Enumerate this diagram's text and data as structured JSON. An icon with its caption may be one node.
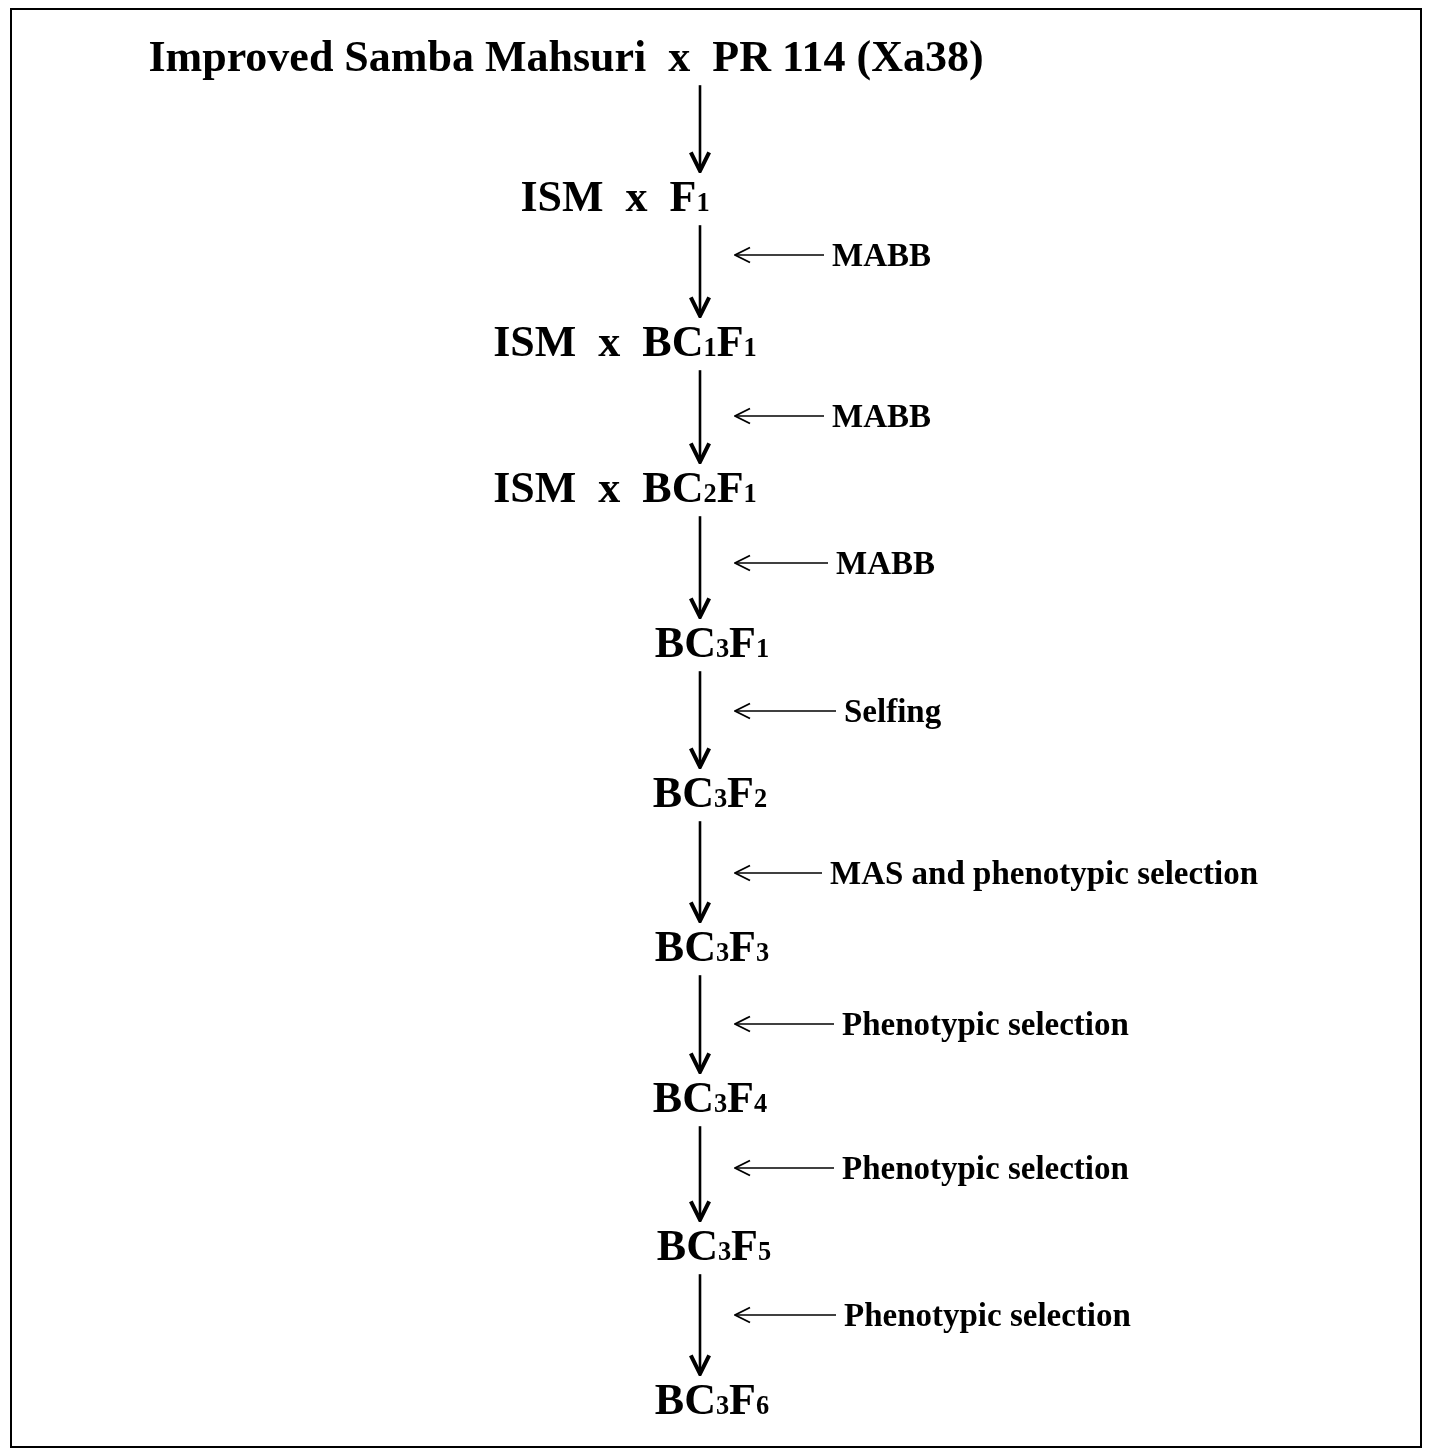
{
  "diagram": {
    "nodes": [
      {
        "text": [
          "Improved Samba Mahsuri  x  PR 114 (Xa38)"
        ]
      },
      {
        "text": [
          "ISM  x  F$_{1}$"
        ]
      },
      {
        "text": [
          "ISM  x  BC$_{1}$F$_{1}$"
        ]
      },
      {
        "text": [
          "ISM  x  BC$_{2}$F$_{1}$"
        ]
      },
      {
        "text": [
          "BC$_{3}$F$_{1}$"
        ]
      },
      {
        "text": [
          "BC$_{3}$F$_{2}$"
        ]
      },
      {
        "text": [
          "BC$_{3}$F$_{3}$"
        ]
      },
      {
        "text": [
          "BC$_{3}$F$_{4}$"
        ]
      },
      {
        "text": [
          "BC$_{3}$F$_{5}$"
        ]
      },
      {
        "text": [
          "BC$_{3}$F$_{6}$"
        ]
      },
      {
        "text": [
          "MABB"
        ]
      },
      {
        "text": [
          "MABB"
        ]
      },
      {
        "text": [
          "MABB"
        ]
      },
      {
        "text": [
          "Selfing"
        ]
      },
      {
        "text": [
          "MAS and phenotypic selection"
        ]
      },
      {
        "text": [
          "Phenotypic selection"
        ]
      },
      {
        "text": [
          "Phenotypic selection"
        ]
      },
      {
        "text": [
          "Phenotypic selection"
        ]
      }
    ],
    "edges": [
      {
        "from": 0,
        "to": 1,
        "arrow": "to"
      },
      {
        "from": 1,
        "to": 2,
        "arrow": "to"
      },
      {
        "from": 2,
        "to": 3,
        "arrow": "to"
      },
      {
        "from": 3,
        "to": 4,
        "arrow": "to"
      },
      {
        "from": 4,
        "to": 5,
        "arrow": "to"
      },
      {
        "from": 5,
        "to": 6,
        "arrow": "to"
      },
      {
        "from": 6,
        "to": 7,
        "arrow": "to"
      },
      {
        "from": 7,
        "to": 8,
        "arrow": "to"
      },
      {
        "from": 8,
        "to": 9,
        "arrow": "to"
      },
      {
        "from": 10,
        "to": null,
        "arrow": "to"
      },
      {
        "from": 11,
        "to": null,
        "arrow": "to"
      },
      {
        "from": 12,
        "to": null,
        "arrow": "to"
      },
      {
        "from": 13,
        "to": null,
        "arrow": "to"
      },
      {
        "from": 14,
        "to": null,
        "arrow": "to"
      },
      {
        "from": 15,
        "to": null,
        "arrow": "to"
      },
      {
        "from": 16,
        "to": null,
        "arrow": "to"
      },
      {
        "from": 17,
        "to": null,
        "arrow": "to"
      }
    ]
  }
}
